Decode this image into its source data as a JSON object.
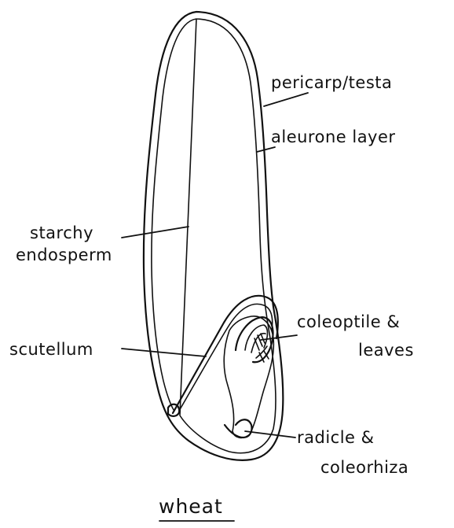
{
  "diagram": {
    "title": "wheat",
    "labels": {
      "pericarp_testa": "pericarp/testa",
      "aleurone_layer": "aleurone layer",
      "starchy_endosperm_line1": "starchy",
      "starchy_endosperm_line2": "endosperm",
      "scutellum": "scutellum",
      "coleoptile_line1": "coleoptile &",
      "coleoptile_line2": "leaves",
      "radicle_line1": "radicle &",
      "radicle_line2": "coleorhiza"
    }
  }
}
